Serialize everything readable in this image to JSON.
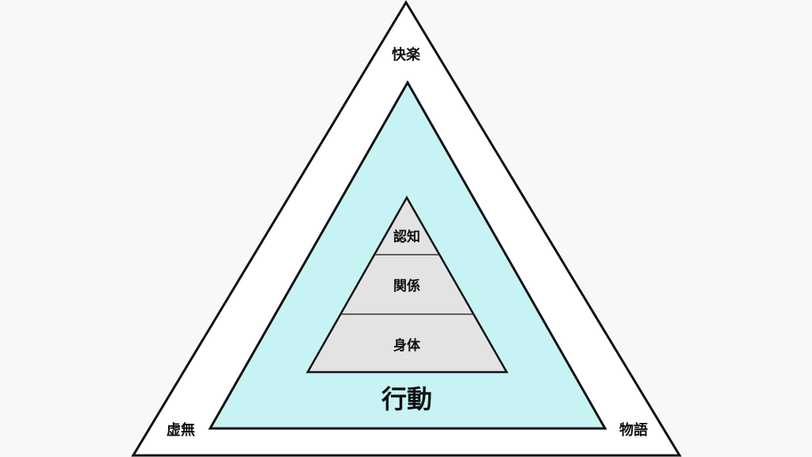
{
  "outer": {
    "top": "快楽",
    "bottom_left": "虚無",
    "bottom_right": "物語"
  },
  "middle": {
    "label": "行動"
  },
  "pyramid": {
    "tiers": [
      "認知",
      "関係",
      "身体"
    ]
  },
  "colors": {
    "background": "#f8f8f7",
    "outer_fill": "#ffffff",
    "middle_fill": "#c8f3f4",
    "pyramid_fill": "#e3e3e3",
    "stroke": "#111111"
  }
}
